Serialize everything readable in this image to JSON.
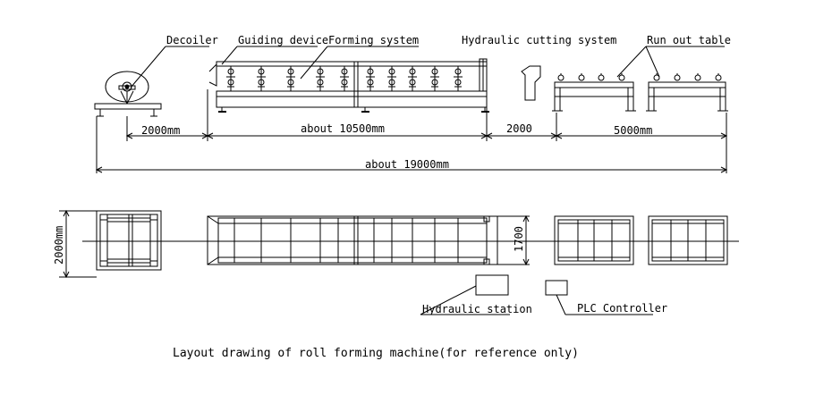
{
  "labels": {
    "decoiler": "Decoiler",
    "guiding_device": "Guiding device",
    "forming_system": "Forming system",
    "hydraulic_cutting": "Hydraulic cutting system",
    "run_out_table": "Run out table",
    "hydraulic_station": "Hydraulic station",
    "plc_controller": "PLC Controller"
  },
  "dimensions": {
    "d_2000mm": "2000mm",
    "d_10500": "about 10500mm",
    "d_2000": "2000",
    "d_5000": "5000mm",
    "d_19000": "about 19000mm",
    "d_plan_width": "2000mm",
    "d_1700": "1700"
  },
  "caption": "Layout drawing of roll forming machine(for reference only)",
  "colors": {
    "line": "#000000",
    "background": "#ffffff"
  }
}
